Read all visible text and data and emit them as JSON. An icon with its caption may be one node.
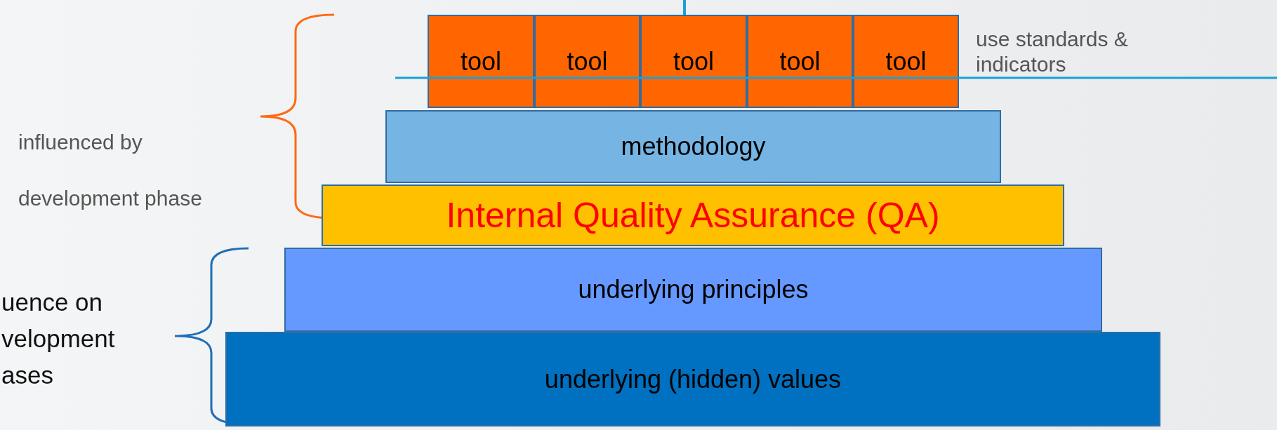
{
  "diagram": {
    "nodes": [
      {
        "text": [
          "tool"
        ]
      },
      {
        "text": [
          "tool"
        ]
      },
      {
        "text": [
          "tool"
        ]
      },
      {
        "text": [
          "tool"
        ]
      },
      {
        "text": [
          "tool"
        ]
      },
      {
        "text": [
          "methodology"
        ]
      },
      {
        "text": [
          "Internal Quality Assurance (QA)"
        ]
      },
      {
        "text": [
          "underlying principles"
        ]
      },
      {
        "text": [
          "underlying (hidden) values"
        ]
      }
    ],
    "labels": [
      "use standards & indicators",
      "influenced by development phase",
      "uence on velopment ases"
    ]
  }
}
